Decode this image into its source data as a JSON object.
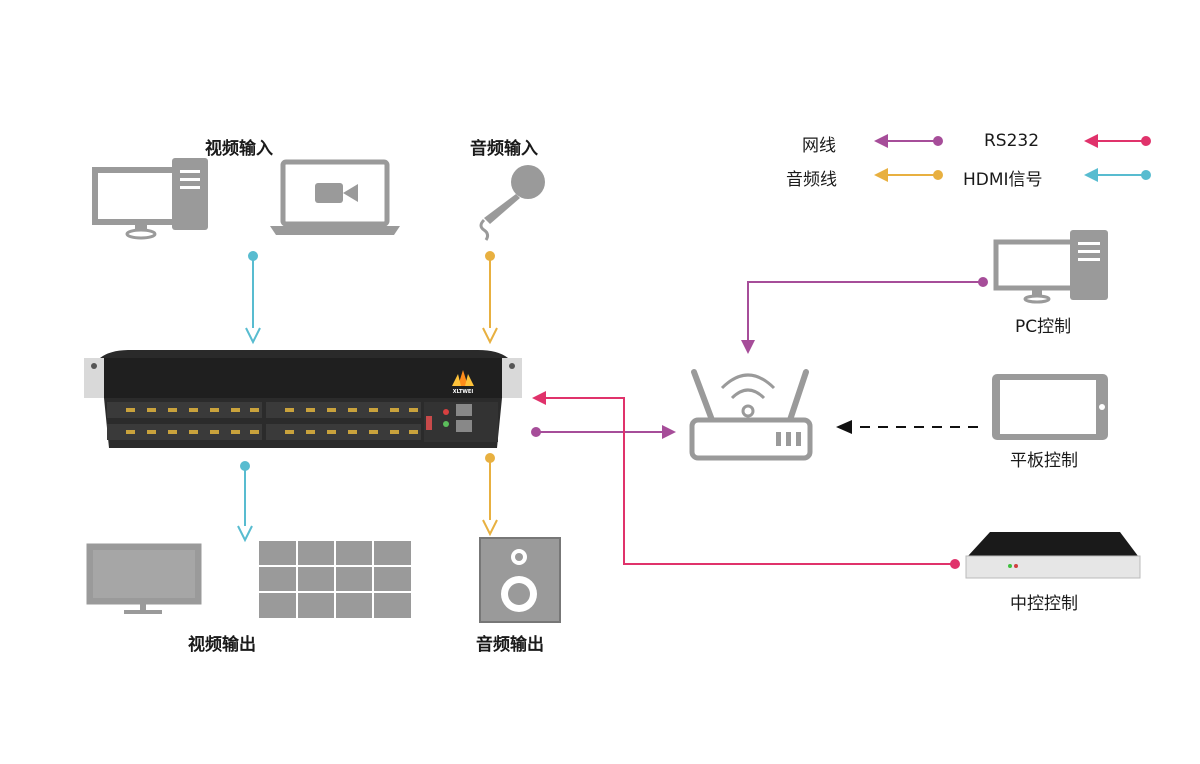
{
  "labels": {
    "video_input": "视频输入",
    "audio_input": "音频输入",
    "video_output": "视频输出",
    "audio_output": "音频输出",
    "pc_control": "PC控制",
    "tablet_control": "平板控制",
    "central_control": "中控控制"
  },
  "legend": [
    {
      "label": "网线",
      "color": "#a64d99"
    },
    {
      "label": "RS232",
      "color": "#e0326b"
    },
    {
      "label": "音频线",
      "color": "#e8b040"
    },
    {
      "label": "HDMI信号",
      "color": "#58bcd0"
    }
  ],
  "device": {
    "brand": "XLTWEI"
  },
  "colors": {
    "network": "#a64d99",
    "rs232": "#e0326b",
    "audio": "#e8b040",
    "hdmi": "#58bcd0",
    "device_gray": "#9a9a9a",
    "matrix_dark": "#1f1f1f"
  },
  "icons": [
    "desktop-pc-icon",
    "laptop-camera-icon",
    "microphone-icon",
    "monitor-icon",
    "video-wall-icon",
    "speaker-icon",
    "router-icon",
    "tablet-icon",
    "central-controller-icon"
  ]
}
